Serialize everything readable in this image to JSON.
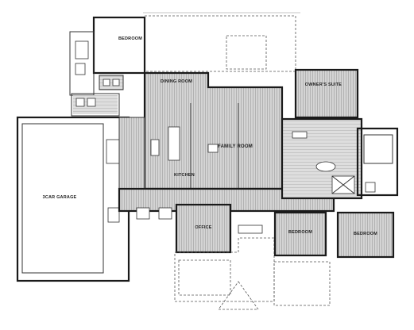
{
  "colors": {
    "wall": "#1a1a1a",
    "wood_floor": "#cfcfcf",
    "tile_floor": "#d8d8d8",
    "background": "#ffffff"
  },
  "rooms": {
    "dining": "DINING ROOM",
    "family": "FAMILY ROOM",
    "kitchen": "KITCHEN",
    "owners_suite": "OWNER'S SUITE",
    "bedroom_top": "BEDROOM",
    "bedroom_3": "BEDROOM",
    "bedroom_4": "BEDROOM",
    "garage": "3CAR GARAGE",
    "office": "OFFICE"
  }
}
